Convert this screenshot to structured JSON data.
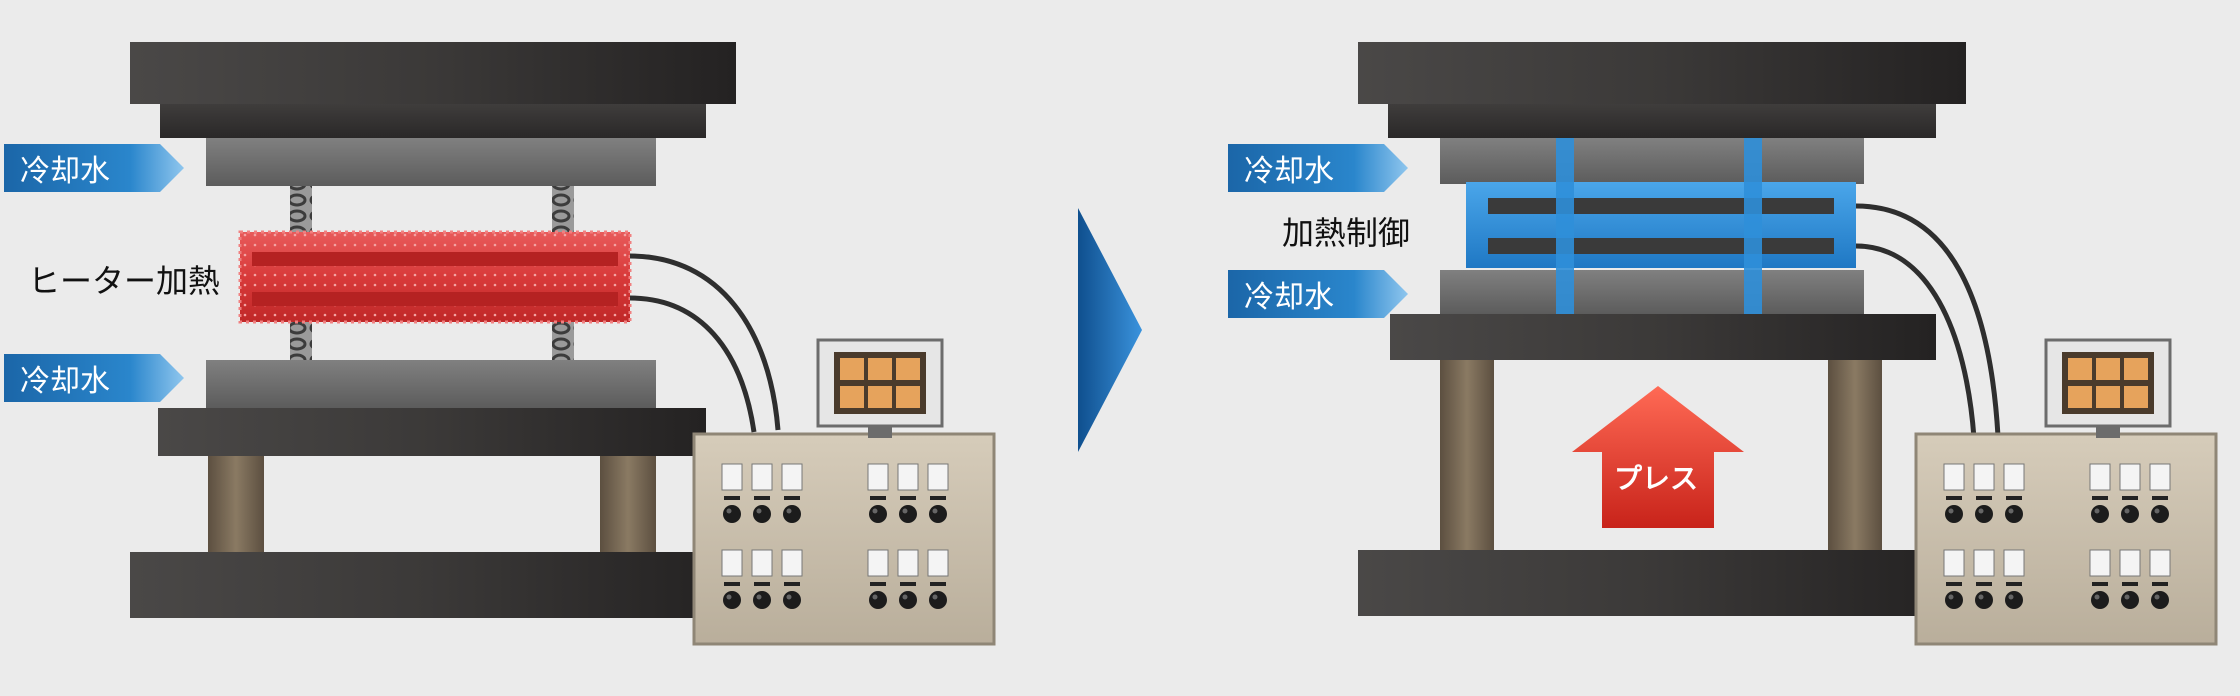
{
  "left": {
    "label_cooling_top": "冷却水",
    "label_heater": "ヒーター加熱",
    "label_cooling_bottom": "冷却水"
  },
  "right": {
    "label_cooling_top": "冷却水",
    "label_heat_control": "加熱制御",
    "label_cooling_bottom": "冷却水",
    "label_press": "プレス"
  },
  "colors": {
    "background": "#ebebeb",
    "press_dark": "#3a3838",
    "platen_gray": "#6e6e6e",
    "heater_red": "#d83a3a",
    "heat_control_blue": "#2f8fd9",
    "cooling_arrow_blue": "#1f74b7",
    "press_arrow_red": "#e03a2e",
    "column_brown": "#6b5d4b",
    "control_box_beige": "#c9bfad",
    "transition_arrow_blue": "#1b6db6"
  },
  "icons": {
    "transition": "triangle-right-icon",
    "cooling": "arrow-right-tag-icon",
    "press": "arrow-up-icon"
  }
}
